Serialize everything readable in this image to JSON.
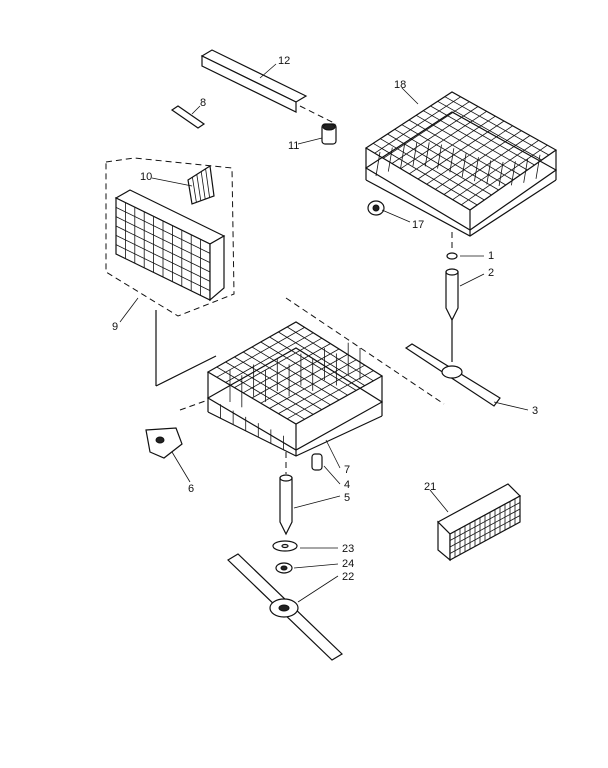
{
  "parts": [
    {
      "id": "p12",
      "number": "12"
    },
    {
      "id": "p8",
      "number": "8"
    },
    {
      "id": "p11",
      "number": "11"
    },
    {
      "id": "p18",
      "number": "18"
    },
    {
      "id": "p17",
      "number": "17"
    },
    {
      "id": "p10",
      "number": "10"
    },
    {
      "id": "p9",
      "number": "9"
    },
    {
      "id": "p1",
      "number": "1"
    },
    {
      "id": "p2",
      "number": "2"
    },
    {
      "id": "p3",
      "number": "3"
    },
    {
      "id": "p6",
      "number": "6"
    },
    {
      "id": "p7",
      "number": "7"
    },
    {
      "id": "p4",
      "number": "4"
    },
    {
      "id": "p5",
      "number": "5"
    },
    {
      "id": "p21",
      "number": "21"
    },
    {
      "id": "p23",
      "number": "23"
    },
    {
      "id": "p24",
      "number": "24"
    },
    {
      "id": "p22",
      "number": "22"
    }
  ]
}
